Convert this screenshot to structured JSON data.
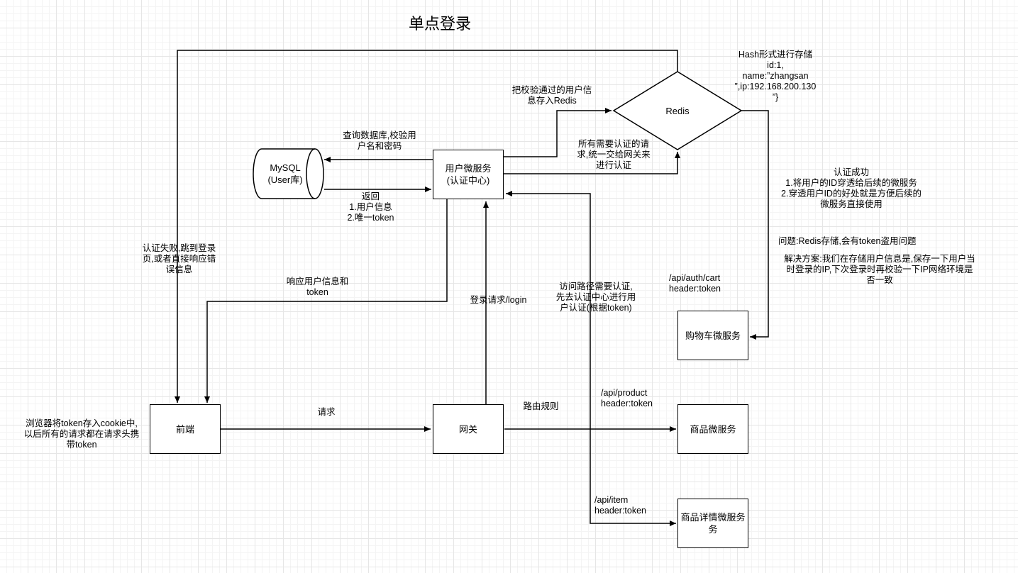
{
  "title": "单点登录",
  "nodes": {
    "frontend": "前端",
    "gateway": "网关",
    "user_service": "用户微服务\n(认证中心)",
    "mysql": "MySQL\n(User库)",
    "redis": "Redis",
    "cart_service": "购物车微服务",
    "product_service": "商品微服务",
    "item_service": "商品详情微服务\n务"
  },
  "labels": {
    "query_db": "查询数据库,校验用\n户名和密码",
    "return_info": "返回\n1.用户信息\n2.唯一token",
    "store_redis": "把校验通过的用户信\n息存入Redis",
    "all_auth": "所有需要认证的请\n求,统一交给网关来\n进行认证",
    "hash_storage": "Hash形式进行存储\nid:1,\nname:”zhangsan\n”,ip:192.168.200.130\n”}",
    "auth_success": "认证成功\n1.将用户的ID穿透给后续的微服务\n2.穿透用户ID的好处就是方便后续的\n微服务直接使用",
    "problem": "问题:Redis存储,会有token盗用问题",
    "solution": "解决方案:我们在存储用户信息是,保存一下用户当\n时登录的IP,下次登录时再校验一下IP网络环境是\n否一致",
    "cart_route": "/api/auth/cart\nheader:token",
    "auth_fail": "认证失败,跳到登录\n页,或者直接响应错\n误信息",
    "response_token": "响应用户信息和\ntoken",
    "login_request": "登录请求/login",
    "visit_auth": "访问路径需要认证,\n先去认证中心进行用\n户认证(根据token)",
    "request": "请求",
    "routing_rules": "路由规则",
    "product_route": "/api/product\nheader:token",
    "item_route": "/api/item\nheader:token",
    "browser_note": "浏览器将token存入cookie中,\n以后所有的请求都在请求头携\n带token"
  }
}
